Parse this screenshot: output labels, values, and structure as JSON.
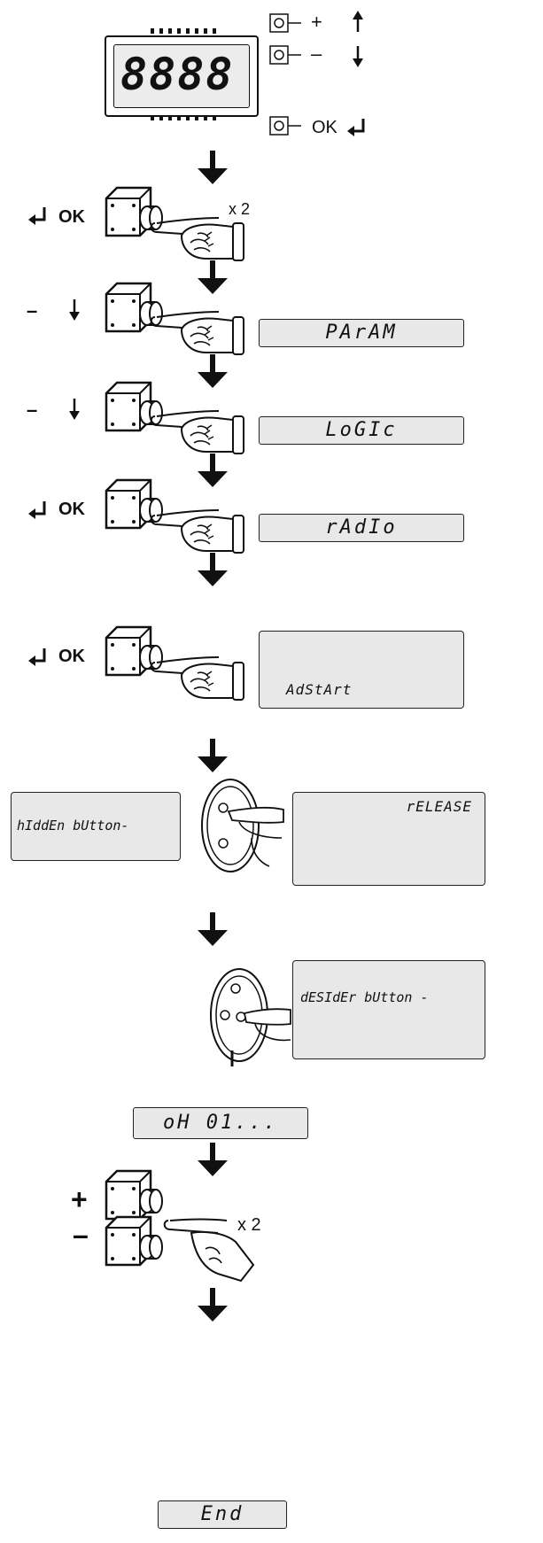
{
  "display": {
    "digits": "8888",
    "btn_plus": "+",
    "btn_minus": "–",
    "btn_ok": "OK"
  },
  "steps": [
    {
      "button": "OK",
      "times": "x 2"
    },
    {
      "button": "–",
      "screen": "PArAM"
    },
    {
      "button": "–",
      "screen": "LoGIc"
    },
    {
      "button": "OK",
      "screen": "rAdIo"
    },
    {
      "button": "OK",
      "screen": "AdStArt"
    }
  ],
  "hidden": {
    "left_text": "hIddEn bUtton-",
    "right_text": "rELEASE"
  },
  "desider": {
    "text": "dESIdEr bUtton -"
  },
  "status": "oH 01...",
  "adjust": {
    "plus": "+",
    "minus": "–",
    "times": "x 2"
  },
  "end": "End"
}
